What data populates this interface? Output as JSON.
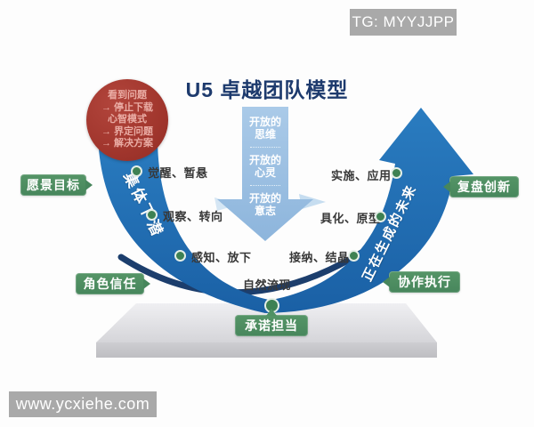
{
  "header": {
    "tg_badge": "TG: MYYJJPP",
    "title": "U5 卓越团队模型"
  },
  "footer": {
    "watermark": "www.ycxiehe.com"
  },
  "problem_circle": {
    "lines": [
      "看到问题",
      "→ 停止下载",
      "心智模式",
      "→ 界定问题",
      "→ 解决方案"
    ]
  },
  "center_arrow": {
    "blocks": [
      {
        "line1": "开放的",
        "line2": "思维"
      },
      {
        "line1": "开放的",
        "line2": "心灵"
      },
      {
        "line1": "开放的",
        "line2": "意志"
      }
    ]
  },
  "u_curve": {
    "descent_label": "集体下潜",
    "ascent_label": "正在生成的未来",
    "stage_labels": {
      "left": [
        "觉醒、暂悬",
        "观察、转向",
        "感知、放下"
      ],
      "bottom": "自然流现",
      "right": [
        "接纳、结晶",
        "具化、原型",
        "实施、应用"
      ]
    }
  },
  "side_labels": {
    "vision": "愿景目标",
    "trust": "角色信任",
    "review": "复盘创新",
    "execute": "协作执行",
    "commit": "承诺担当"
  },
  "colors": {
    "curve_blue": "#1f6fb4",
    "navy_accent": "#1c3e6d",
    "arrow_light_blue": "#9fc2e4",
    "circle_red": "#a1362d",
    "label_green": "#4c8c62",
    "title_navy": "#1d3a6d",
    "badge_gray": "#a9a9a9"
  }
}
